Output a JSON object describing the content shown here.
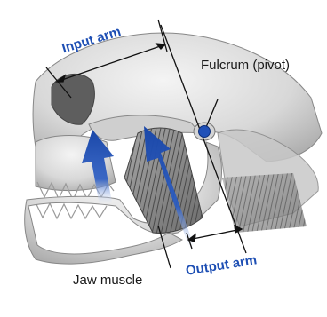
{
  "labels": {
    "input_arm": "Input arm",
    "fulcrum": "Fulcrum (pivot)",
    "jaw_muscle": "Jaw muscle",
    "output_arm": "Output arm"
  },
  "colors": {
    "arm_label": "#1e4fb4",
    "force_arrow": "#1f50b8",
    "fulcrum_dot": "#1f50b8",
    "bone": "#dcdcdc",
    "bone_shadow": "#9a9a9a",
    "muscle": "#8c8c8c",
    "line": "#111111"
  },
  "icons": [
    "skull-illustration",
    "jaw-muscle-illustration",
    "force-arrow-icon",
    "fulcrum-dot-icon"
  ]
}
